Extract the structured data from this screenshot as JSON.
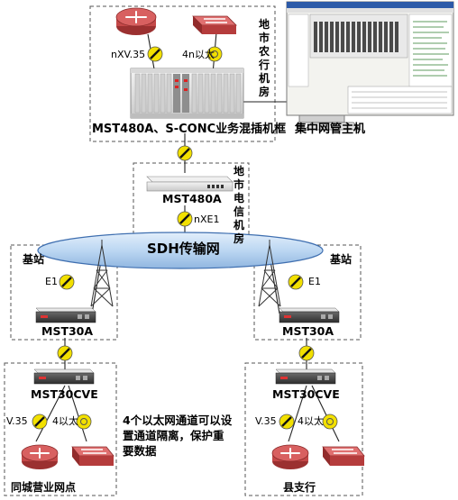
{
  "labels": {
    "nxv35": "nXV.35",
    "n4eth": "4n以太",
    "chassis_title": "MST480A、S-CONC业务混插机框",
    "nms_host": "集中网管主机",
    "mst480a": "MST480A",
    "nxe1": "nXE1",
    "sdh": "SDH传输网",
    "base_left": "基站",
    "base_right": "基站",
    "e1_left": "E1",
    "e1_right": "E1",
    "mst30a_left": "MST30A",
    "mst30a_right": "MST30A",
    "mst30cve_left": "MST30CVE",
    "mst30cve_right": "MST30CVE",
    "v35_left": "V.35",
    "eth4_left": "4以太",
    "v35_right": "V.35",
    "eth4_right": "4以太",
    "site_left": "同城营业网点",
    "site_right": "县支行"
  },
  "vertical_labels": {
    "rural_bank_room": [
      "地",
      "市",
      "农",
      "行",
      "机",
      "房"
    ],
    "telecom_room": [
      "地",
      "市",
      "电",
      "信",
      "机",
      "房"
    ]
  },
  "description_lines": [
    "4个以太网通道可以设",
    "置通道隔离，保护重",
    "要数据"
  ],
  "colors": {
    "box_border": "#555555",
    "ellipse_fill": "#bcd7f2",
    "ellipse_stroke": "#3f6fb0",
    "connector_fill": "#f2e000",
    "router_fill": "#c44848",
    "device_light": "#e8e8e8",
    "device_dark": "#4d4d4d"
  }
}
